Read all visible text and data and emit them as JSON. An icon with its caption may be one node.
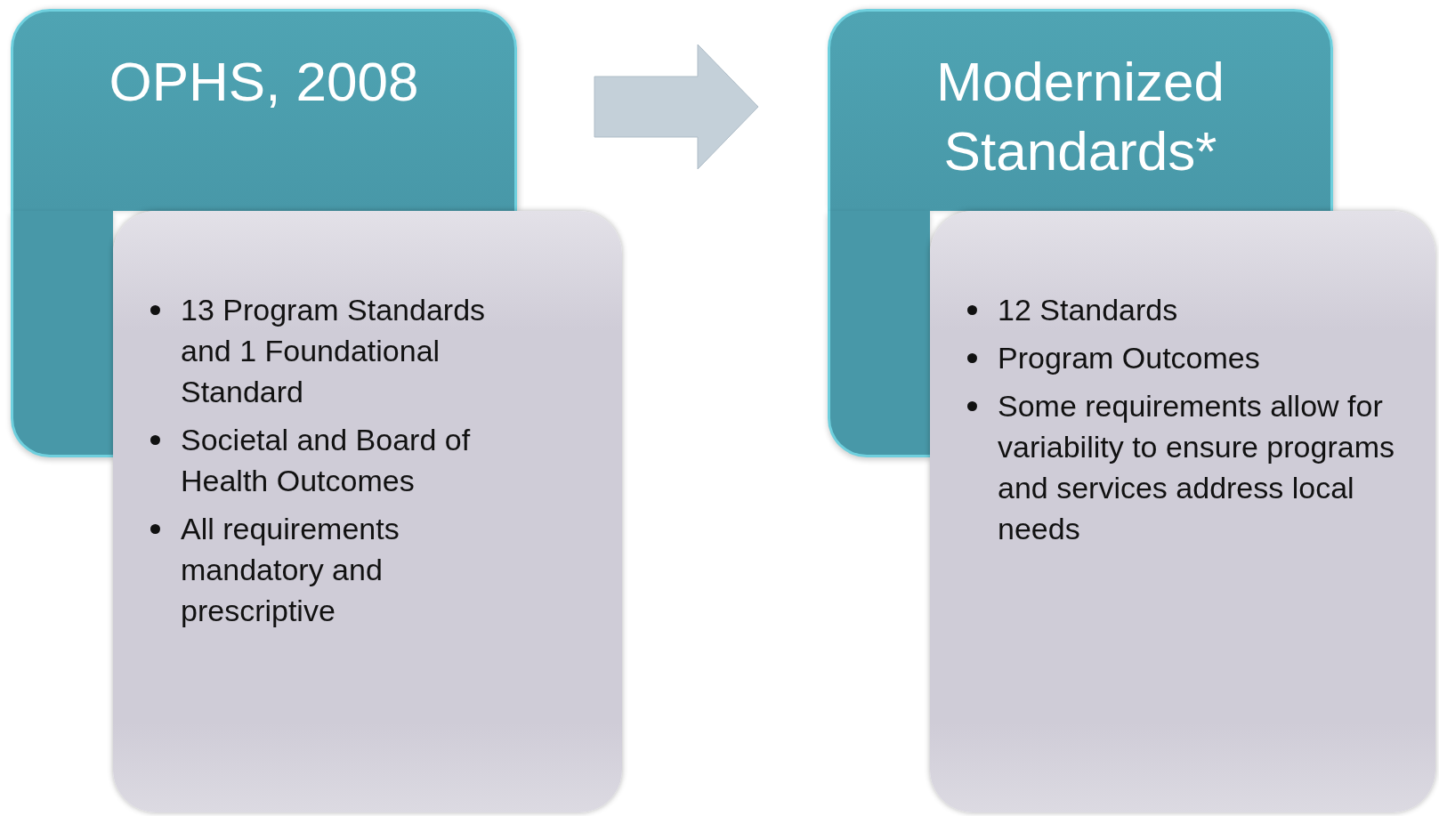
{
  "diagram": {
    "nodes": [
      {
        "text": [
          "OPHS, 2008"
        ]
      },
      {
        "text": [],
        "shape": "box"
      },
      {
        "text": [
          "13 Program Standards and 1 Foundational Standard",
          "Societal and Board of Health Outcomes",
          "All requirements mandatory and prescriptive"
        ]
      },
      {
        "text": [
          "Modernized Standards*"
        ]
      },
      {
        "text": [],
        "shape": "box"
      },
      {
        "text": [
          "12 Standards",
          "Program Outcomes",
          "Some requirements allow for variability to ensure programs and services address local needs"
        ]
      }
    ],
    "edges": [
      {
        "from": 0,
        "to": 3,
        "arrow": "to"
      }
    ]
  }
}
